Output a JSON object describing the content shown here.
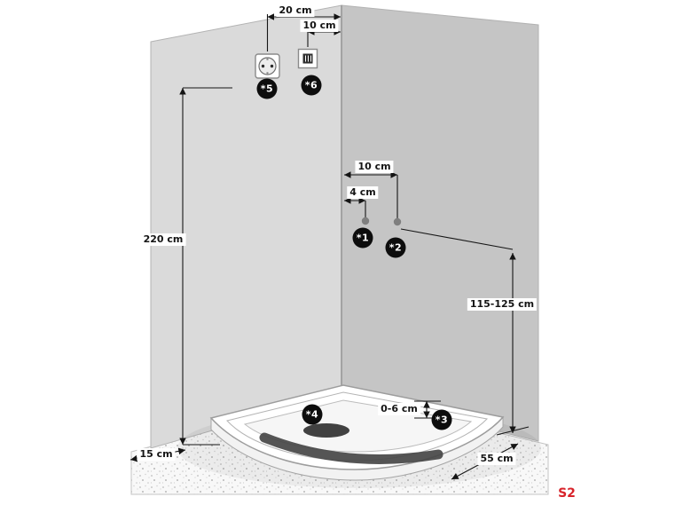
{
  "figure": {
    "code": "S2",
    "code_color": "#d8232a"
  },
  "dimensions": {
    "socket_offset": "20 cm",
    "switch_offset": "10 cm",
    "wall_height": "220 cm",
    "point2_offset": "10 cm",
    "point1_offset": "4 cm",
    "connection_height": "115-125 cm",
    "tray_edge_gap": "0-6 cm",
    "floor_margin": "15 cm",
    "tray_side_depth": "55 cm"
  },
  "markers": {
    "m1": "*1",
    "m2": "*2",
    "m3": "*3",
    "m4": "*4",
    "m5": "*5",
    "m6": "*6"
  },
  "icons": {
    "socket": "power-socket-icon",
    "switch": "connection-box-icon"
  },
  "colors": {
    "left_wall": "#dadada",
    "right_wall": "#c5c5c5",
    "dimension_lines": "#161616"
  }
}
